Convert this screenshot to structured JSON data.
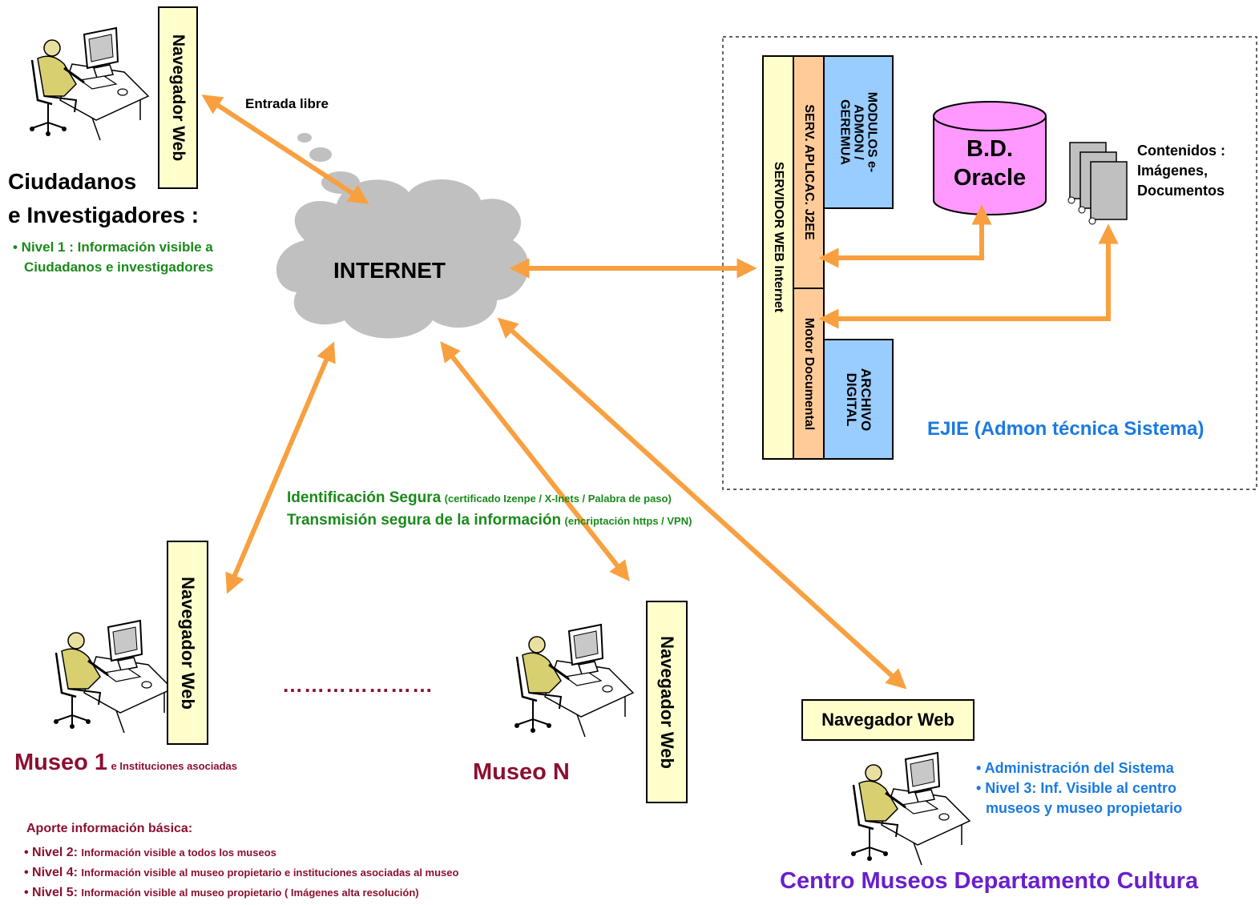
{
  "browser_label": "Navegador Web",
  "citizens": {
    "title_line1": "Ciudadanos",
    "title_line2": "e Investigadores :",
    "bullet_line1": "• Nivel 1 : Información visible a",
    "bullet_line2": "Ciudadanos e investigadores"
  },
  "entrada_libre": "Entrada libre",
  "internet": "INTERNET",
  "ejie": {
    "servidor_web": "SERVIDOR WEB Internet",
    "serv_aplicac": "SERV. APLICAC. J2EE",
    "motor_documental": "Motor Documental",
    "modulos_line1": "MODULOS e-",
    "modulos_line2": "ADMON /",
    "modulos_line3": "GEREMUA",
    "archivo_line1": "ARCHIVO",
    "archivo_line2": "DIGITAL",
    "db_line1": "B.D.",
    "db_line2": "Oracle",
    "contenidos_line1": "Contenidos :",
    "contenidos_line2": "Imágenes,",
    "contenidos_line3": "Documentos",
    "label": "EJIE (Admon técnica Sistema)"
  },
  "security": {
    "line1_main": "Identificación Segura",
    "line1_small": "(certificado Izenpe / X-Inets  / Palabra de paso)",
    "line2_main": "Transmisión segura de la información",
    "line2_small": "(encriptación   https / VPN)"
  },
  "museo1": {
    "title": "Museo 1",
    "subtitle": "e Instituciones asociadas"
  },
  "dots": "…………………",
  "museoN": {
    "title": "Museo N"
  },
  "aporte": {
    "heading": "Aporte información básica:",
    "items": [
      {
        "bullet": "• Nivel 2:",
        "text": "Información visible a todos los museos"
      },
      {
        "bullet": "• Nivel 4:",
        "text": "Información visible al museo propietario e instituciones asociadas al museo"
      },
      {
        "bullet": "• Nivel 5:",
        "text": "Información visible al museo propietario ( Imágenes alta resolución)"
      }
    ]
  },
  "centro": {
    "bullet1": "• Administración del Sistema",
    "bullet2": "• Nivel 3: Inf. Visible al centro",
    "bullet2_cont": "museos y museo propietario",
    "title": "Centro Museos Departamento Cultura"
  },
  "colors": {
    "arrow": "#f8a040",
    "green": "#1a8a1a",
    "maroon": "#8b1030",
    "blue": "#1a7ae0",
    "purple": "#6a1fcc",
    "yellow_box": "#ffffcc",
    "orange_box": "#ffcc99",
    "blue_box": "#99ccff",
    "db_fill": "#ff99ff",
    "cloud": "#c0c0c0"
  },
  "icons": [
    "user-computer-icon",
    "cloud-icon",
    "database-icon",
    "documents-icon"
  ]
}
